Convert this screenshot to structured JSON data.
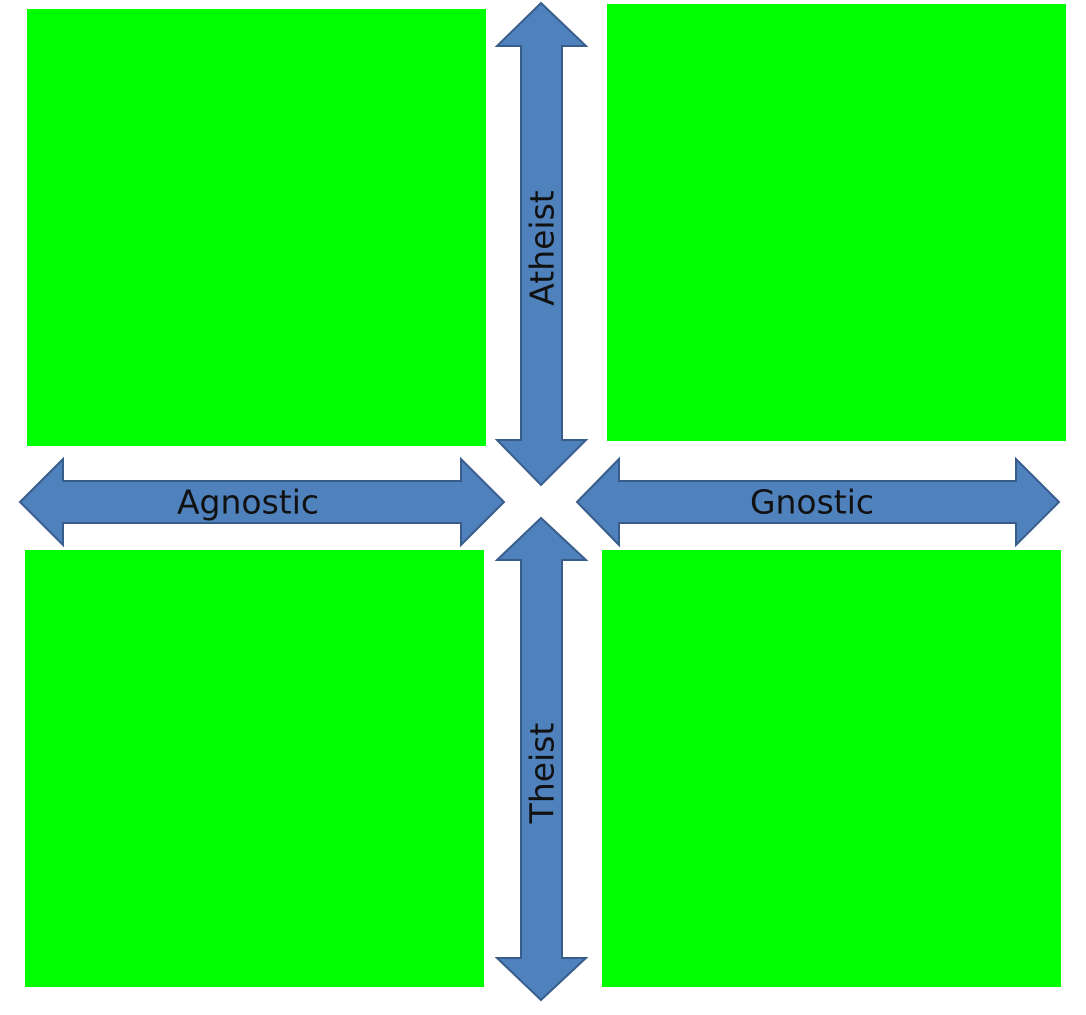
{
  "colors": {
    "quadrant_fill": "#00ff00",
    "arrow_fill": "#4f81bd",
    "arrow_stroke": "#385d8a",
    "label_text": "#111111",
    "background": "#ffffff"
  },
  "quadrants": [
    {
      "position": "top-left",
      "text": ""
    },
    {
      "position": "top-right",
      "text": ""
    },
    {
      "position": "bottom-left",
      "text": ""
    },
    {
      "position": "bottom-right",
      "text": ""
    }
  ],
  "arrows": {
    "top": {
      "label": "Atheist",
      "direction": "vertical-double"
    },
    "bottom": {
      "label": "Theist",
      "direction": "vertical-double"
    },
    "left": {
      "label": "Agnostic",
      "direction": "horizontal-double"
    },
    "right": {
      "label": "Gnostic",
      "direction": "horizontal-double"
    }
  }
}
